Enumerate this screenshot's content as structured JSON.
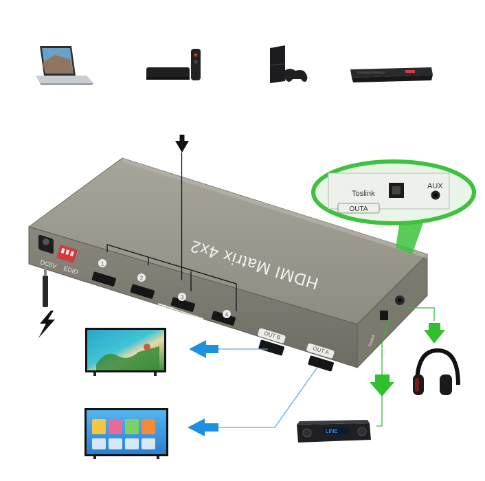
{
  "device": {
    "title": "HDMI Matrix 4x2",
    "input_ports": [
      "1",
      "2",
      "3",
      "4"
    ],
    "input_label": "INPUT",
    "output_b_label": "OUT B",
    "output_a_label": "OUT A",
    "power_label": "DC5V",
    "edid_label": "EDID",
    "side_toslink_label": "Toslink",
    "side_aux_label": "AUX"
  },
  "callout": {
    "toslink_label": "Toslink",
    "aux_label": "AUX",
    "outa_label": "OUTA"
  },
  "receiver_display": "LINE",
  "colors": {
    "device_body": "#8d8a80",
    "device_top": "#a4a197",
    "callout_green": "#3cc23c",
    "video_arrow_blue": "#1e90e0",
    "audio_arrow_green": "#2fbf2f"
  },
  "icons": [
    "laptop-icon",
    "tv-box-icon",
    "remote-icon",
    "game-console-icon",
    "gamepad-icon",
    "dvd-player-icon",
    "power-plug-icon",
    "lightning-icon",
    "headphones-icon",
    "av-receiver-icon",
    "tv-beach-icon",
    "tv-apps-icon"
  ]
}
